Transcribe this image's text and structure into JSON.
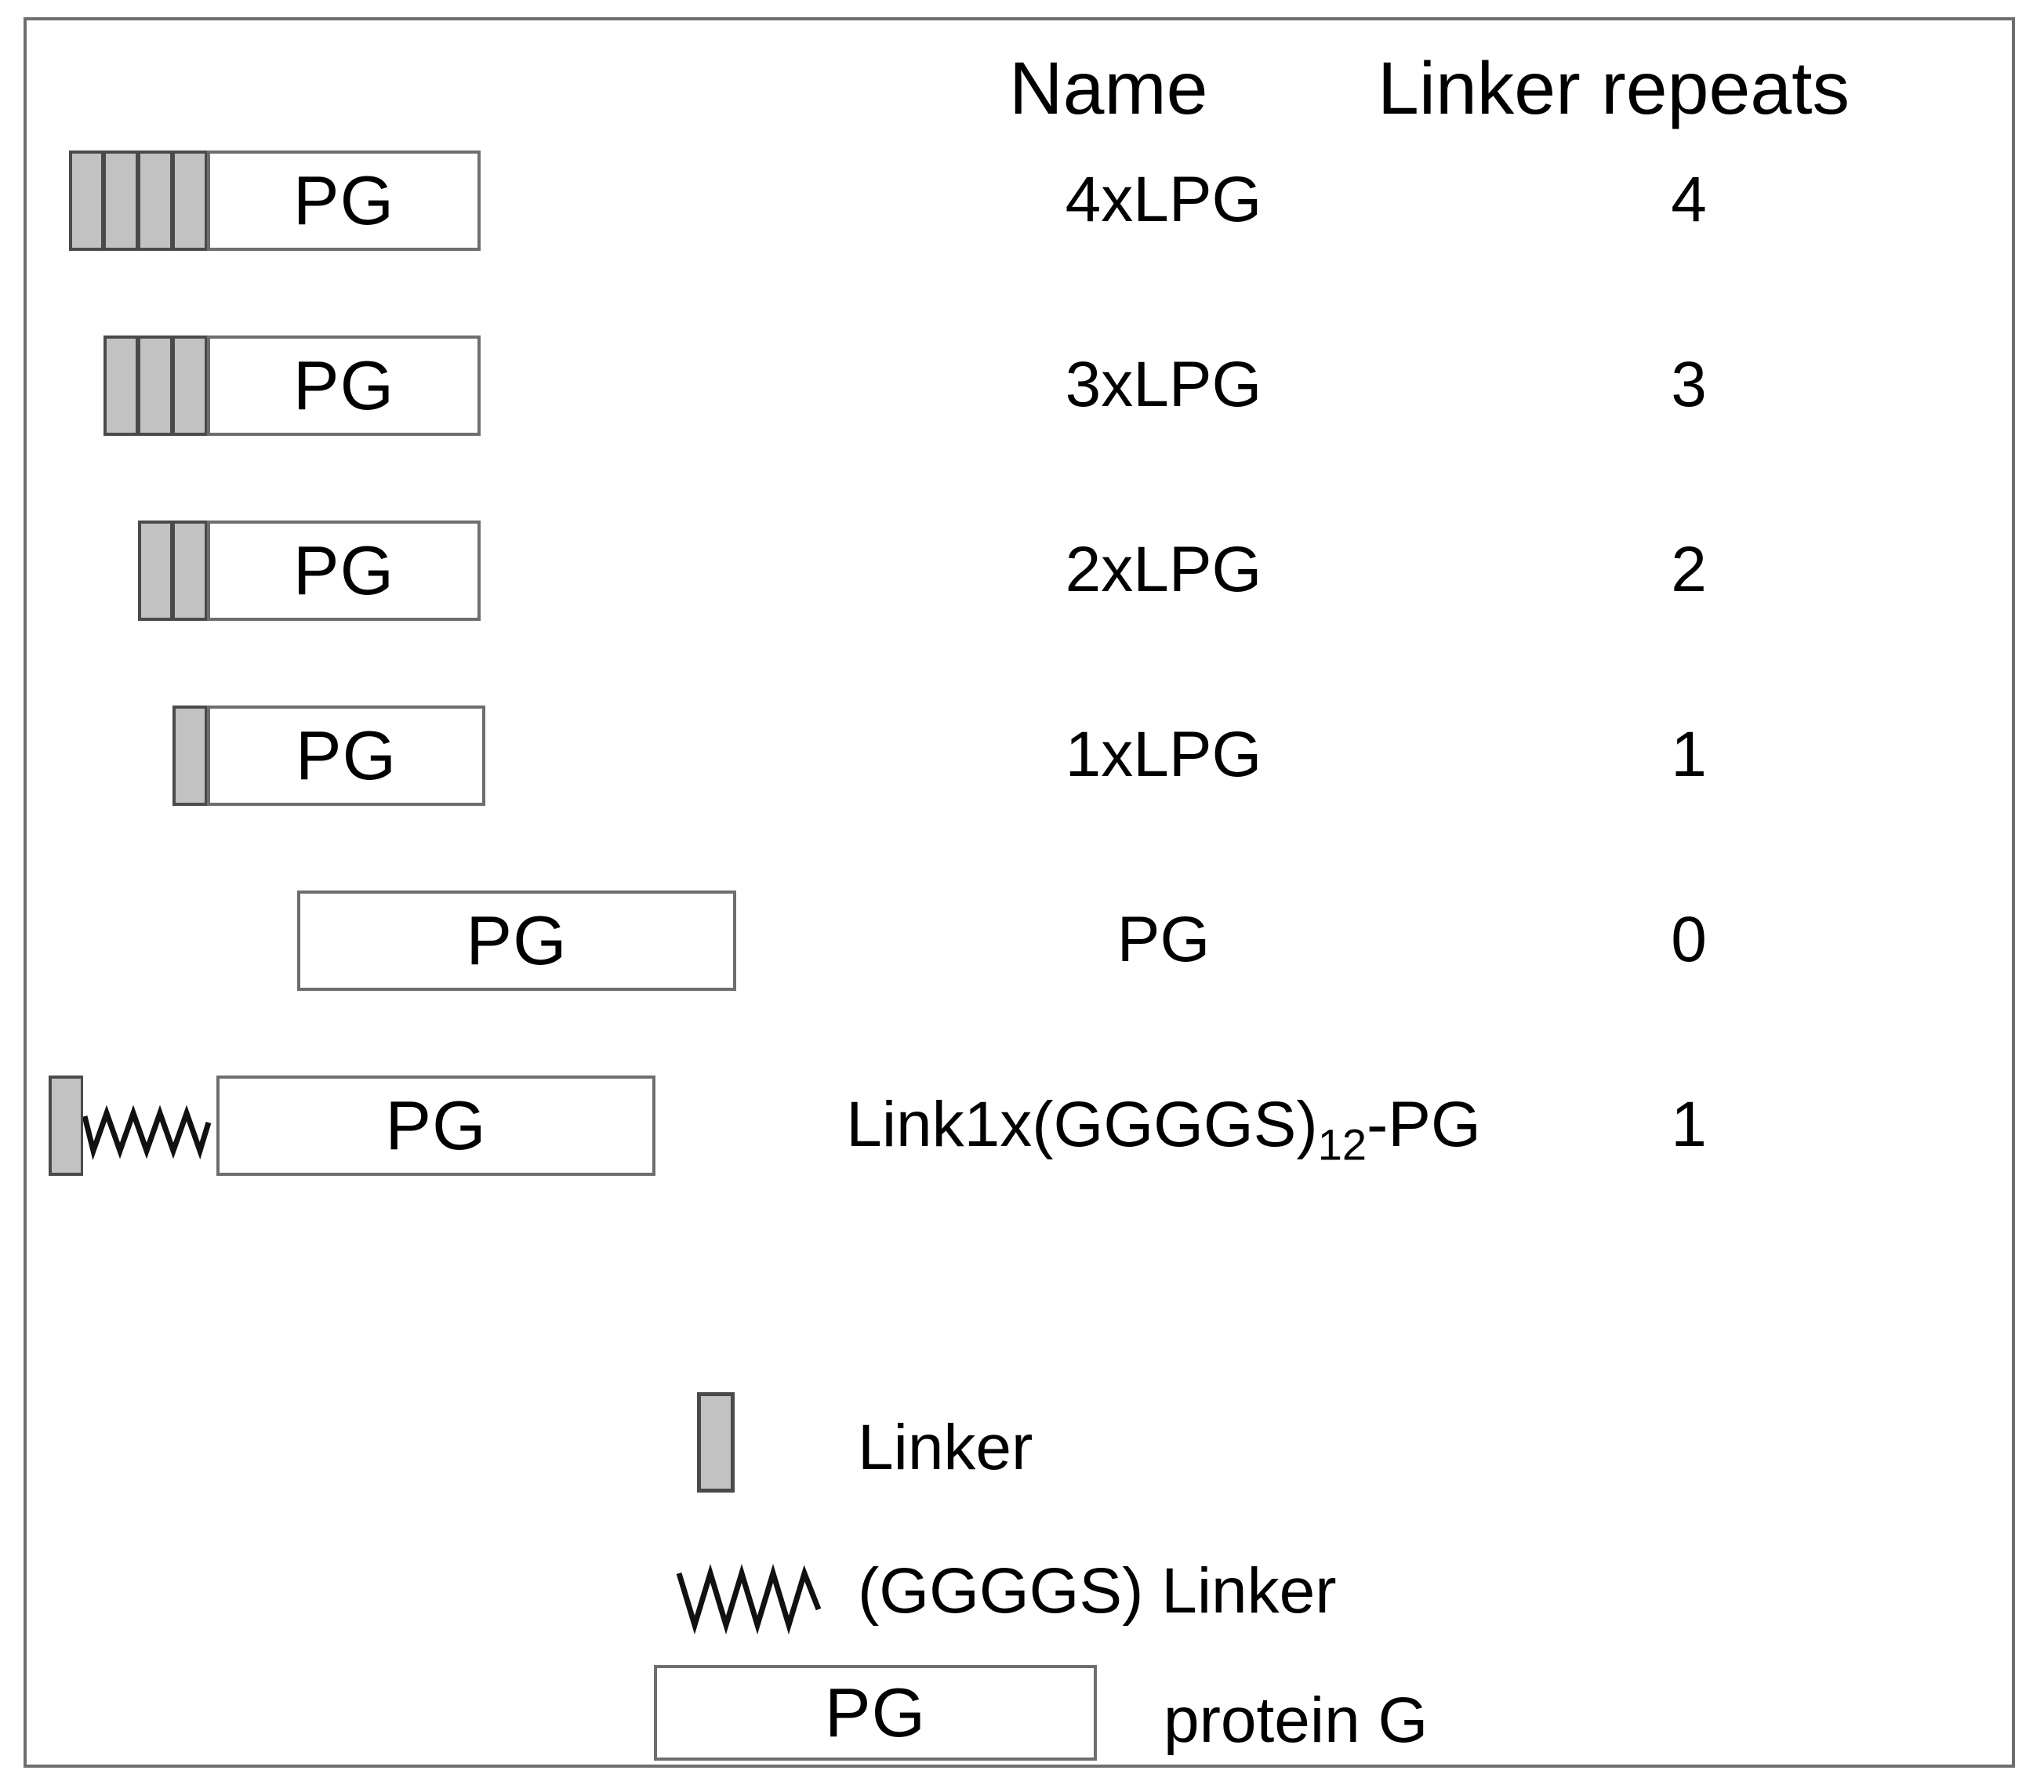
{
  "figure": {
    "background_color": "#ffffff",
    "frame_color": "#6e6e6e",
    "linker_fill_color": "#c2c2c2",
    "linker_stroke_color": "#4a4a4a",
    "pg_box_fill_color": "#ffffff",
    "pg_box_stroke_color": "#6e6e6e"
  },
  "headers": {
    "name": "Name",
    "repeats": "Linker repeats"
  },
  "constructs": [
    {
      "name": "4xLPG",
      "repeats": "4",
      "linker_segments": 4,
      "has_zigzag": false,
      "pg_label": "PG"
    },
    {
      "name": "3xLPG",
      "repeats": "3",
      "linker_segments": 3,
      "has_zigzag": false,
      "pg_label": "PG"
    },
    {
      "name": "2xLPG",
      "repeats": "2",
      "linker_segments": 2,
      "has_zigzag": false,
      "pg_label": "PG"
    },
    {
      "name": "1xLPG",
      "repeats": "1",
      "linker_segments": 1,
      "has_zigzag": false,
      "pg_label": "PG"
    },
    {
      "name": "PG",
      "repeats": "0",
      "linker_segments": 0,
      "has_zigzag": false,
      "pg_label": "PG"
    },
    {
      "name_prefix": "Link1x(GGGGS)",
      "name_subscript": "12",
      "name_suffix": "-PG",
      "name": "Link1x(GGGGS)12-PG",
      "repeats": "1",
      "linker_segments": 1,
      "has_zigzag": true,
      "pg_label": "PG"
    }
  ],
  "legend": {
    "items": [
      {
        "symbol": "gray-rectangle",
        "label": "Linker"
      },
      {
        "symbol": "zigzag-line",
        "label": "(GGGGS) Linker"
      },
      {
        "symbol": "white-box",
        "box_text": "PG",
        "label": "protein G"
      }
    ]
  }
}
